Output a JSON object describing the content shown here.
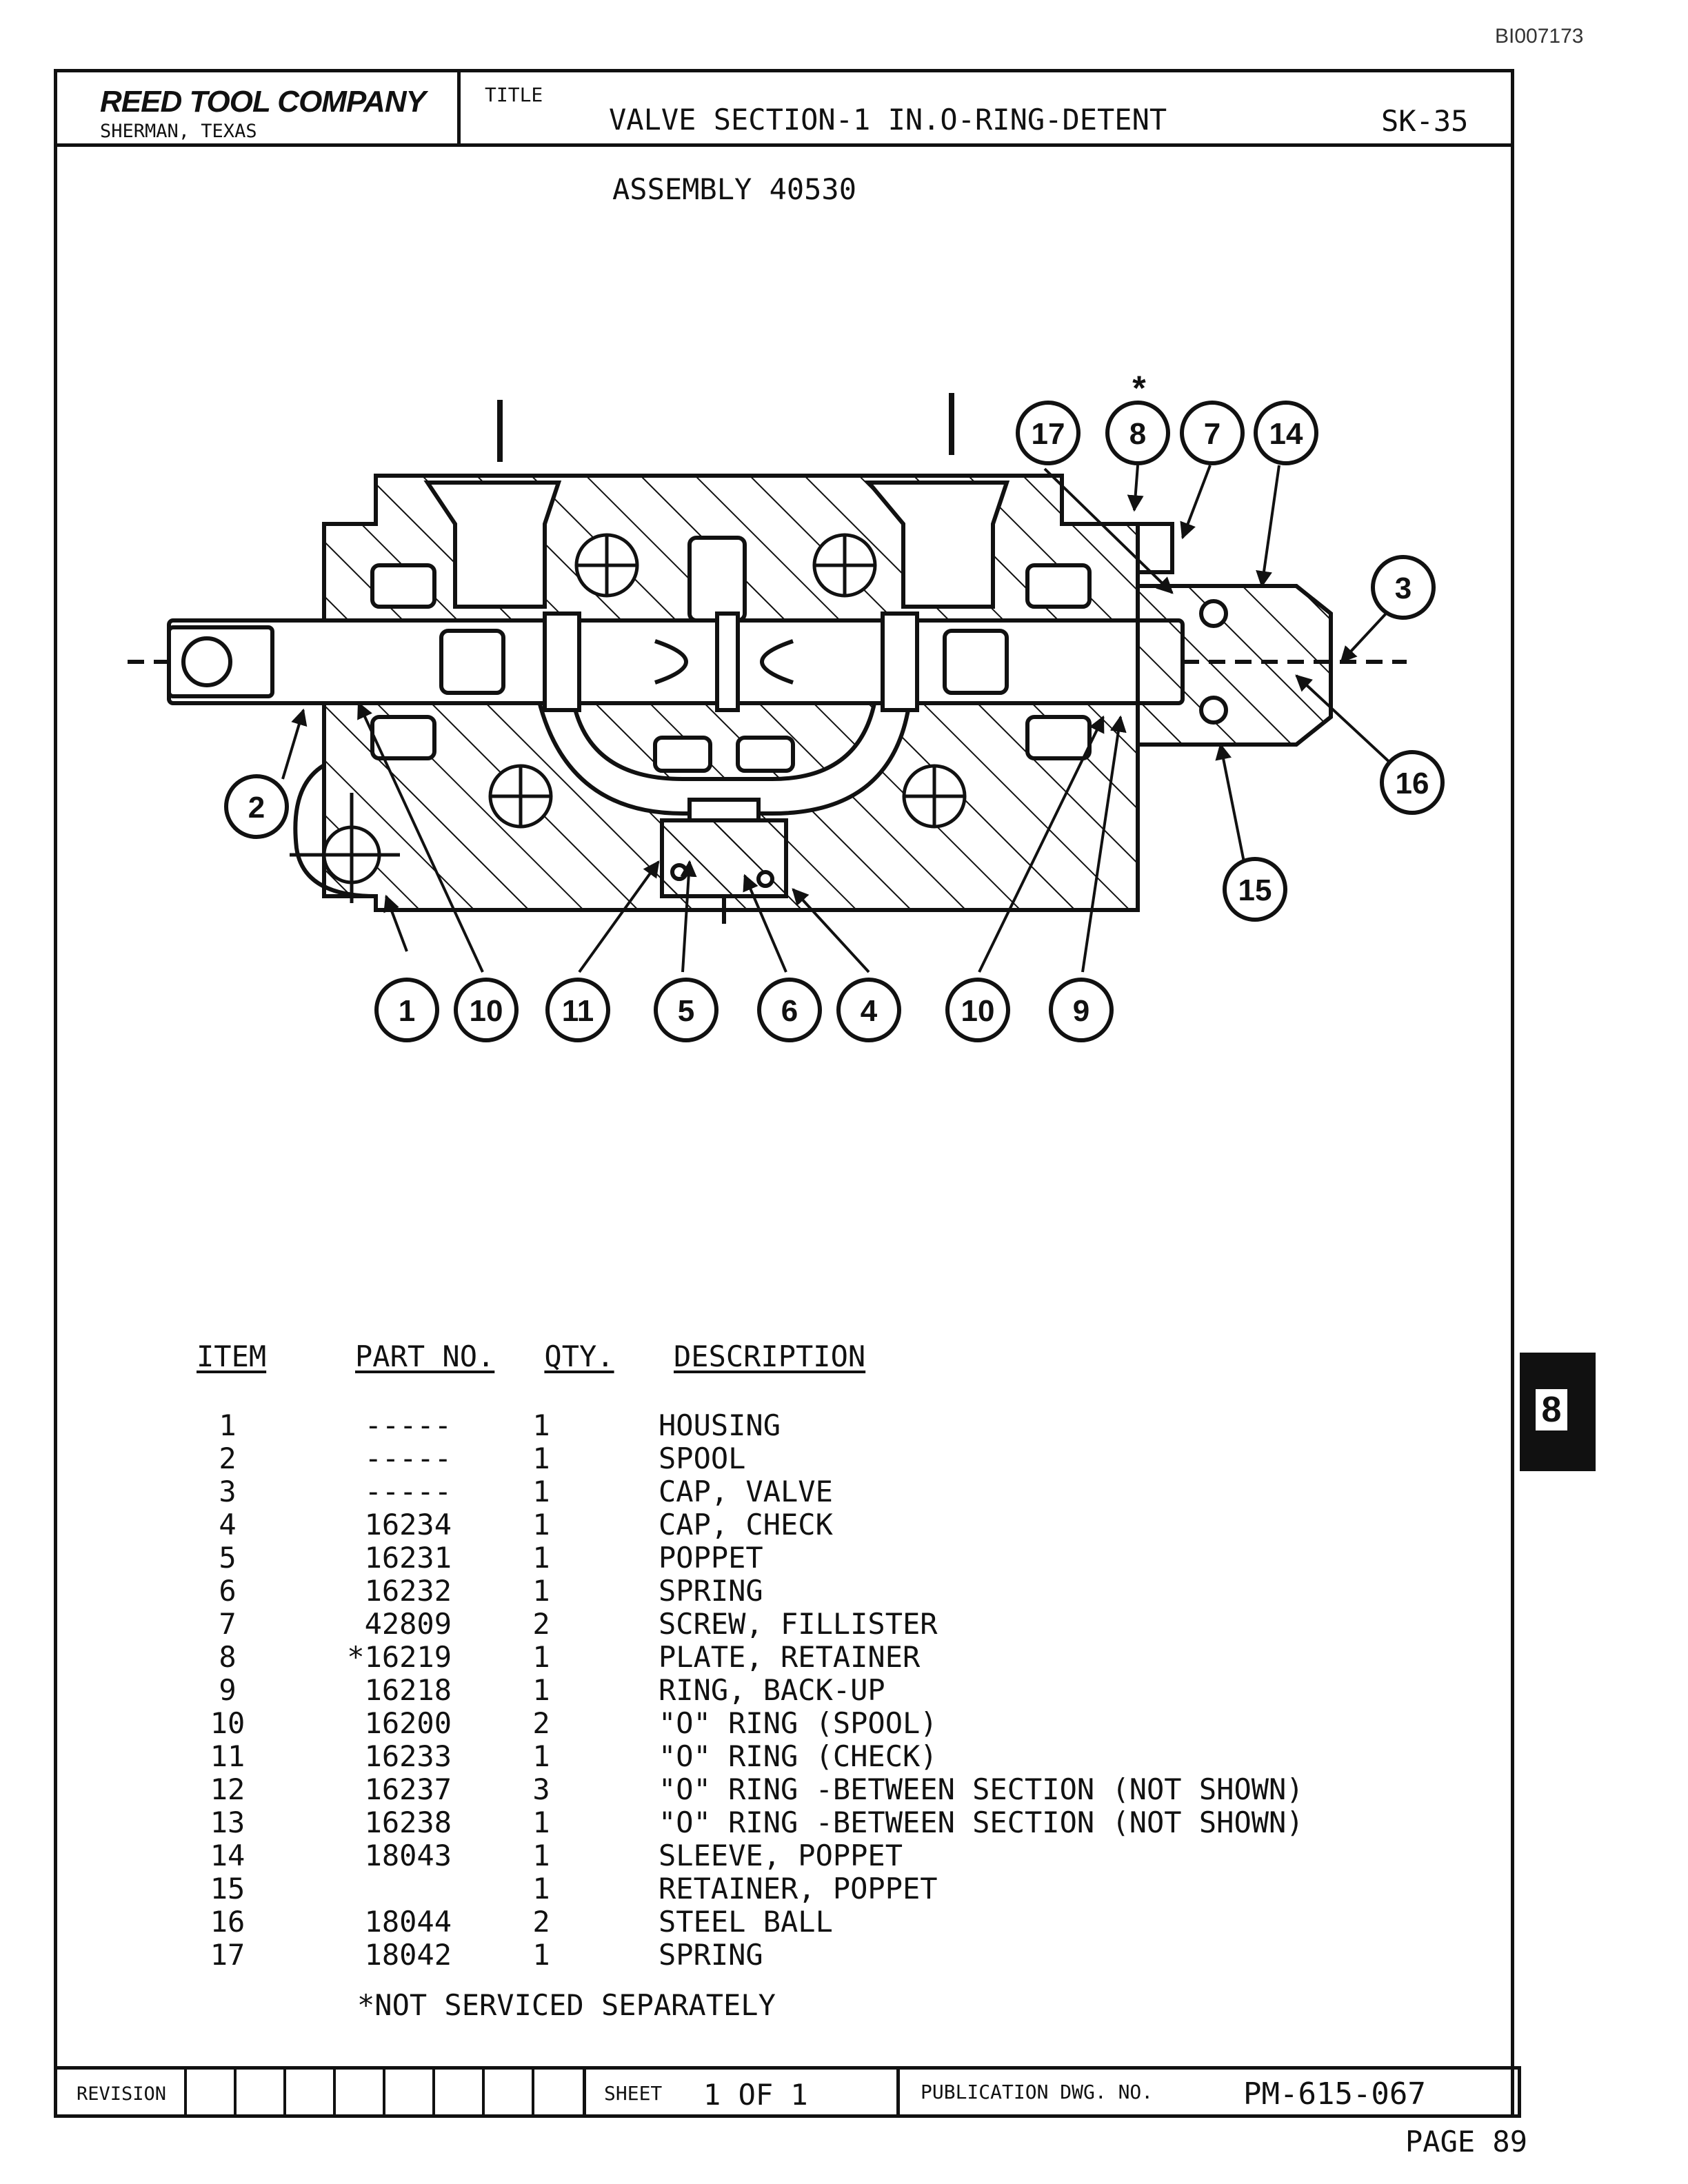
{
  "doc_id": "BI007173",
  "title_block": {
    "company": "REED TOOL COMPANY",
    "location": "SHERMAN, TEXAS",
    "title_label": "TITLE",
    "title": "VALVE SECTION-1 IN.O-RING-DETENT",
    "sheet_code": "SK-35"
  },
  "assembly": "ASSEMBLY 40530",
  "callouts": [
    "1",
    "2",
    "3",
    "4",
    "5",
    "6",
    "7",
    "8",
    "9",
    "10",
    "10",
    "11",
    "14",
    "15",
    "16",
    "17"
  ],
  "not_serviced_mark": "*",
  "table": {
    "headers": {
      "item": "ITEM",
      "part_no": "PART NO.",
      "qty": "QTY.",
      "description": "DESCRIPTION"
    },
    "rows": [
      {
        "item": "1",
        "part_no": "-----",
        "qty": "1",
        "description": "HOUSING"
      },
      {
        "item": "2",
        "part_no": "-----",
        "qty": "1",
        "description": "SPOOL"
      },
      {
        "item": "3",
        "part_no": "-----",
        "qty": "1",
        "description": "CAP, VALVE"
      },
      {
        "item": "4",
        "part_no": "16234",
        "qty": "1",
        "description": "CAP, CHECK"
      },
      {
        "item": "5",
        "part_no": "16231",
        "qty": "1",
        "description": "POPPET"
      },
      {
        "item": "6",
        "part_no": "16232",
        "qty": "1",
        "description": "SPRING"
      },
      {
        "item": "7",
        "part_no": "42809",
        "qty": "2",
        "description": "SCREW, FILLISTER"
      },
      {
        "item": "8",
        "part_no": "*16219",
        "qty": "1",
        "description": "PLATE, RETAINER"
      },
      {
        "item": "9",
        "part_no": "16218",
        "qty": "1",
        "description": "RING, BACK-UP"
      },
      {
        "item": "10",
        "part_no": "16200",
        "qty": "2",
        "description": "\"O\" RING (SPOOL)"
      },
      {
        "item": "11",
        "part_no": "16233",
        "qty": "1",
        "description": "\"O\" RING (CHECK)"
      },
      {
        "item": "12",
        "part_no": "16237",
        "qty": "3",
        "description": "\"O\" RING -BETWEEN SECTION (NOT SHOWN)"
      },
      {
        "item": "13",
        "part_no": "16238",
        "qty": "1",
        "description": "\"O\" RING -BETWEEN SECTION (NOT SHOWN)"
      },
      {
        "item": "14",
        "part_no": "18043",
        "qty": "1",
        "description": "SLEEVE, POPPET"
      },
      {
        "item": "15",
        "part_no": "",
        "qty": "1",
        "description": "RETAINER, POPPET"
      },
      {
        "item": "16",
        "part_no": "18044",
        "qty": "2",
        "description": "STEEL BALL"
      },
      {
        "item": "17",
        "part_no": "18042",
        "qty": "1",
        "description": "SPRING"
      }
    ]
  },
  "footnote": "*NOT SERVICED SEPARATELY",
  "revision_block": {
    "revision_label": "REVISION",
    "sheet_label": "SHEET",
    "sheet_value": "1 OF 1",
    "publication_label": "PUBLICATION DWG. NO.",
    "publication_value": "PM-615-067"
  },
  "page_number": "PAGE 89",
  "section_tab": "8"
}
